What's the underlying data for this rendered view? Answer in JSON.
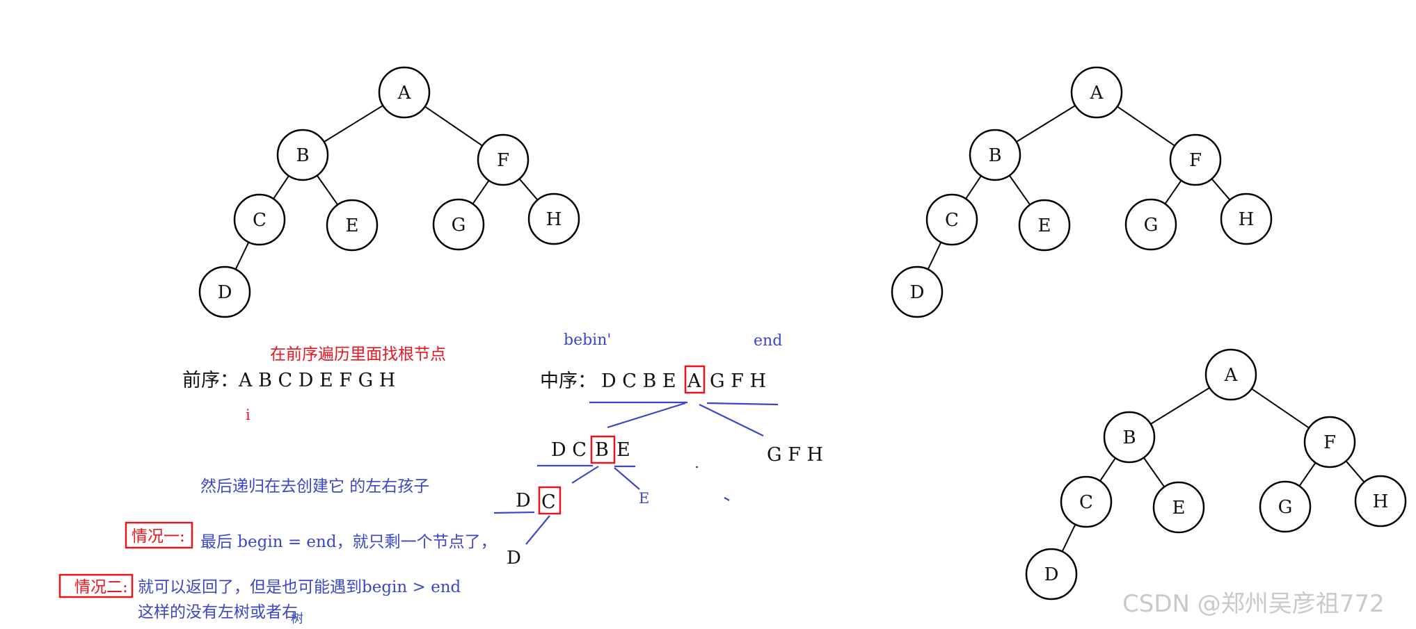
{
  "trees": [
    {
      "id": "tree-top-left",
      "nodes": [
        "A",
        "B",
        "F",
        "C",
        "E",
        "G",
        "H",
        "D"
      ]
    },
    {
      "id": "tree-top-right",
      "nodes": [
        "A",
        "B",
        "F",
        "C",
        "E",
        "G",
        "H",
        "D"
      ]
    },
    {
      "id": "tree-bottom-right",
      "nodes": [
        "A",
        "B",
        "F",
        "C",
        "E",
        "G",
        "H",
        "D"
      ]
    }
  ],
  "edges": [
    [
      "A",
      "B"
    ],
    [
      "A",
      "F"
    ],
    [
      "B",
      "C"
    ],
    [
      "B",
      "E"
    ],
    [
      "F",
      "G"
    ],
    [
      "F",
      "H"
    ],
    [
      "C",
      "D"
    ]
  ],
  "annotations": {
    "find_root_note": "在前序遍历里面找根节点",
    "preorder": "前序：A B C D E F G H",
    "index_i": "i",
    "begin_label": "bebin'",
    "end_label": "end",
    "inorder_label": "中序：",
    "inorder_left": "D C B E",
    "inorder_root": "A",
    "inorder_right": "G F H",
    "sub_dcb": "D C",
    "sub_b": "B",
    "sub_e": "E",
    "sub_gfh": "G F H",
    "sub_dc": "D",
    "sub_c": "C",
    "label_e": "E",
    "label_d": "D",
    "recurse_note": "然后递归在去创建它 的左右孩子",
    "case1_tag": "情况一:",
    "case1_text": "最后 begin = end，就只剩一个节点了，",
    "case2_tag": "情况二:",
    "case2_text": "就可以返回了，但是也可能遇到begin > end",
    "case2_text2": "这样的没有左树或者右",
    "case2_text2_tail": "树"
  },
  "watermark": "CSDN @郑州吴彦祖772",
  "colors": {
    "red": "#e8141e",
    "blue": "#3b46c8",
    "ink": "#111111"
  }
}
